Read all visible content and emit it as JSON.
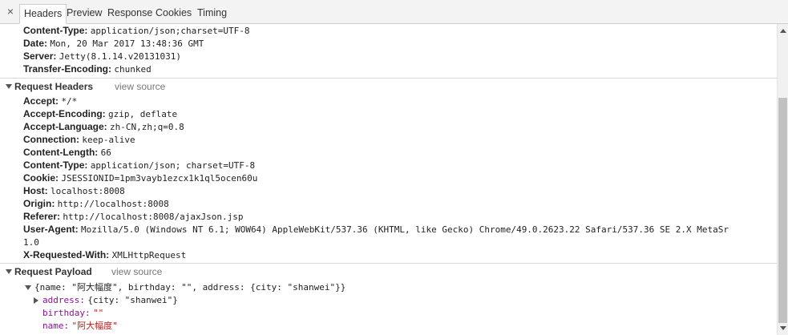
{
  "tabs": {
    "close": "×",
    "headers": "Headers",
    "preview": "Preview",
    "response": "Response",
    "cookies": "Cookies",
    "timing": "Timing"
  },
  "response_headers": [
    {
      "name": "Content-Type:",
      "value": "application/json;charset=UTF-8"
    },
    {
      "name": "Date:",
      "value": "Mon, 20 Mar 2017 13:48:36 GMT"
    },
    {
      "name": "Server:",
      "value": "Jetty(8.1.14.v20131031)"
    },
    {
      "name": "Transfer-Encoding:",
      "value": "chunked"
    }
  ],
  "request_headers": {
    "title": "Request Headers",
    "view_source": "view source",
    "items": [
      {
        "name": "Accept:",
        "value": "*/*"
      },
      {
        "name": "Accept-Encoding:",
        "value": "gzip, deflate"
      },
      {
        "name": "Accept-Language:",
        "value": "zh-CN,zh;q=0.8"
      },
      {
        "name": "Connection:",
        "value": "keep-alive"
      },
      {
        "name": "Content-Length:",
        "value": "66"
      },
      {
        "name": "Content-Type:",
        "value": "application/json; charset=UTF-8"
      },
      {
        "name": "Cookie:",
        "value": "JSESSIONID=1pm3vayb1ezcx1k1ql5ocen60u"
      },
      {
        "name": "Host:",
        "value": "localhost:8008"
      },
      {
        "name": "Origin:",
        "value": "http://localhost:8008"
      },
      {
        "name": "Referer:",
        "value": "http://localhost:8008/ajaxJson.jsp"
      },
      {
        "name": "User-Agent:",
        "value": "Mozilla/5.0 (Windows NT 6.1; WOW64) AppleWebKit/537.36 (KHTML, like Gecko) Chrome/49.0.2623.22 Safari/537.36 SE 2.X MetaSr",
        "value_cont": "1.0"
      },
      {
        "name": "X-Requested-With:",
        "value": "XMLHttpRequest"
      }
    ]
  },
  "request_payload": {
    "title": "Request Payload",
    "view_source": "view source",
    "summary": "{name: \"阿大幅度\", birthday: \"\", address: {city: \"shanwei\"}}",
    "address_key": "address:",
    "address_value": "{city: \"shanwei\"}",
    "birthday_key": "birthday:",
    "birthday_value": "\"\"",
    "name_key": "name:",
    "name_value": "\"阿大幅度\""
  }
}
